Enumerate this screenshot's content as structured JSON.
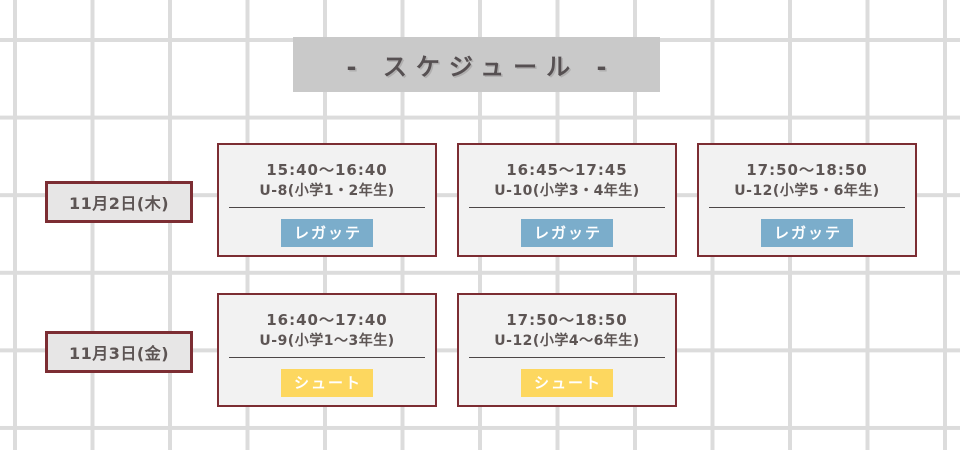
{
  "title": "- スケジュール -",
  "rows": [
    {
      "date": "11月2日(木)",
      "cards": [
        {
          "time": "15:40〜16:40",
          "group": "U-8(小学1・2年生)",
          "team": "レガッテ",
          "team_color": "blue"
        },
        {
          "time": "16:45〜17:45",
          "group": "U-10(小学3・4年生)",
          "team": "レガッテ",
          "team_color": "blue"
        },
        {
          "time": "17:50〜18:50",
          "group": "U-12(小学5・6年生)",
          "team": "レガッテ",
          "team_color": "blue"
        }
      ]
    },
    {
      "date": "11月3日(金)",
      "cards": [
        {
          "time": "16:40〜17:40",
          "group": "U-9(小学1〜3年生)",
          "team": "シュート",
          "team_color": "yellow"
        },
        {
          "time": "17:50〜18:50",
          "group": "U-12(小学4〜6年生)",
          "team": "シュート",
          "team_color": "yellow"
        }
      ]
    }
  ],
  "colors": {
    "badge_blue": "#7badcb",
    "badge_yellow": "#fdd75f",
    "card_border": "#7c2d33",
    "card_background": "#f2f2f2",
    "label_background": "#e7e6e6",
    "banner_background": "#c9c9c9",
    "grid_line": "#dcdcdc",
    "text": "#5d5554"
  }
}
